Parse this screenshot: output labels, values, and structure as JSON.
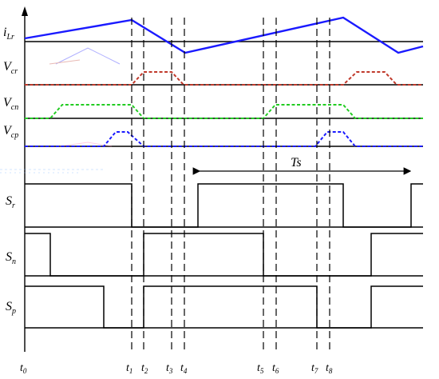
{
  "figure": {
    "rows": [
      {
        "id": "ilr",
        "main": "i",
        "sub": "Lr"
      },
      {
        "id": "vcr",
        "main": "V",
        "sub": "cr"
      },
      {
        "id": "vcn",
        "main": "V",
        "sub": "cn"
      },
      {
        "id": "vcp",
        "main": "V",
        "sub": "cp"
      },
      {
        "id": "sr",
        "main": "S",
        "sub": "r"
      },
      {
        "id": "sn",
        "main": "S",
        "sub": "n"
      },
      {
        "id": "sp",
        "main": "S",
        "sub": "p"
      }
    ],
    "times": [
      {
        "main": "t",
        "sub": "0"
      },
      {
        "main": "t",
        "sub": "1"
      },
      {
        "main": "t",
        "sub": "2"
      },
      {
        "main": "t",
        "sub": "3"
      },
      {
        "main": "t",
        "sub": "4"
      },
      {
        "main": "t",
        "sub": "5"
      },
      {
        "main": "t",
        "sub": "6"
      },
      {
        "main": "t",
        "sub": "7"
      },
      {
        "main": "t",
        "sub": "8"
      }
    ],
    "period_label": "Ts",
    "colors": {
      "ilr": "#1a1aff",
      "vcr": "#c0392b",
      "vcn": "#22cc22",
      "vcp": "#1a1aff",
      "logic": "#000000"
    }
  }
}
